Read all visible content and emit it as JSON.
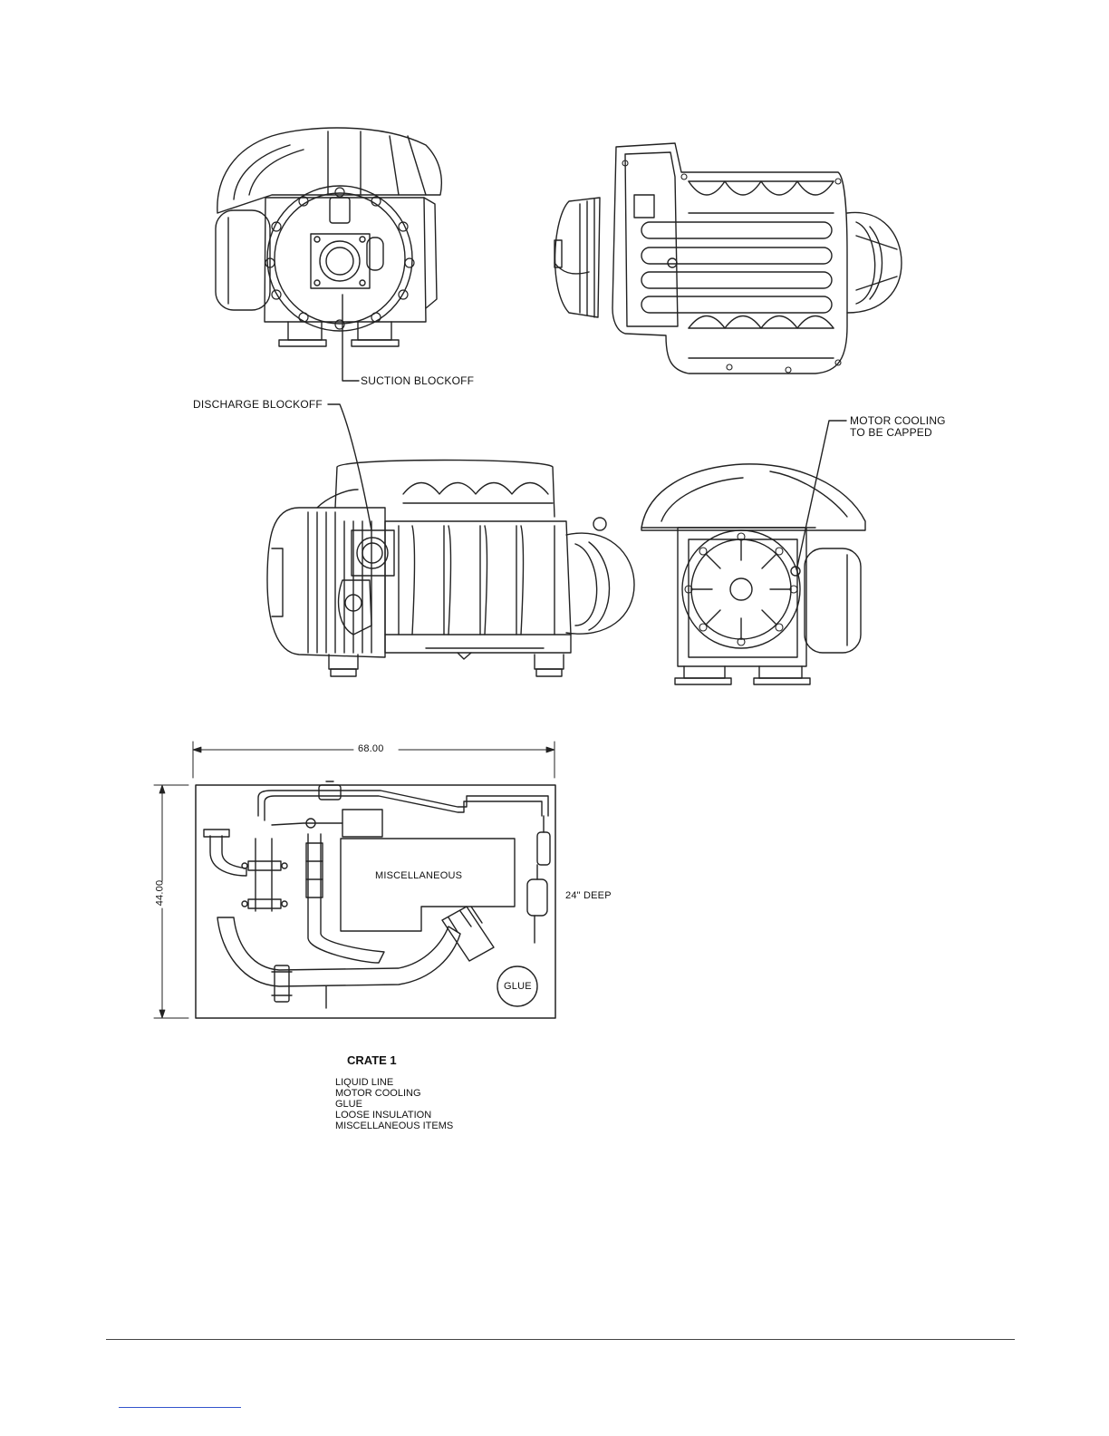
{
  "callouts": {
    "suction_blockoff": "SUCTION BLOCKOFF",
    "discharge_blockoff": "DISCHARGE BLOCKOFF",
    "motor_cooling_line1": "MOTOR COOLING",
    "motor_cooling_line2": "TO BE CAPPED"
  },
  "crate_layout": {
    "width_dim": "68.00",
    "height_dim": "44.00",
    "depth_note": "24\" DEEP",
    "misc_label": "MISCELLANEOUS",
    "glue_label": "GLUE"
  },
  "crate_contents": {
    "title": "CRATE 1",
    "items": [
      "LIQUID LINE",
      "MOTOR COOLING",
      "GLUE",
      "LOOSE INSULATION",
      "MISCELLANEOUS ITEMS"
    ]
  }
}
